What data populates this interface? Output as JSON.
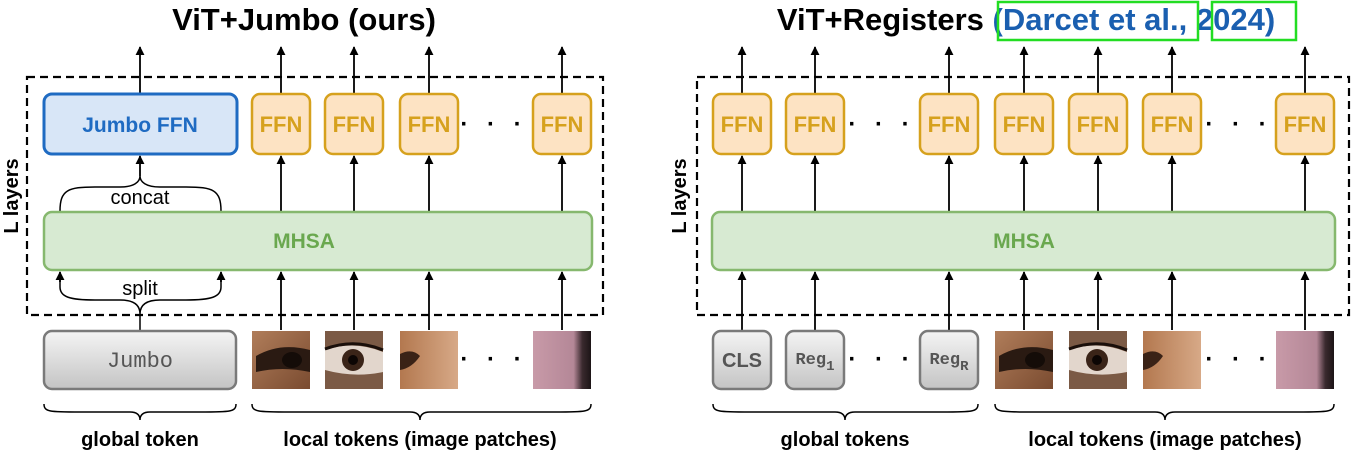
{
  "left_panel": {
    "title": "ViT+Jumbo (ours)",
    "layers_label": "L layers",
    "jumbo_ffn_label": "Jumbo FFN",
    "ffn_label": "FFN",
    "mhsa_label": "MHSA",
    "concat_label": "concat",
    "split_label": "split",
    "jumbo_token_label": "Jumbo",
    "ellipsis": "· · ·",
    "global_label": "global token",
    "local_label": "local tokens (image patches)"
  },
  "right_panel": {
    "title_main": "ViT+Registers ",
    "cite_open": "(",
    "cite_author": "Darcet et al.",
    "cite_sep": ", ",
    "cite_year": "2024",
    "cite_close": ")",
    "layers_label": "L layers",
    "ffn_label": "FFN",
    "mhsa_label": "MHSA",
    "cls_label": "CLS",
    "reg_label": "Reg",
    "reg1_sub": "1",
    "regR_sub": "R",
    "ellipsis": "· · ·",
    "global_label": "global tokens",
    "local_label": "local tokens (image patches)"
  },
  "colors": {
    "ffn_fill": "#fde3c3",
    "ffn_stroke": "#d6a11d",
    "mhsa_fill": "#d7ead2",
    "mhsa_stroke": "#86b86e",
    "jumbo_ffn_fill": "#d8e6f7",
    "jumbo_ffn_stroke": "#1f6bc2",
    "citation_blue": "#1a5fb0",
    "citation_highlight": "#22dd22"
  }
}
